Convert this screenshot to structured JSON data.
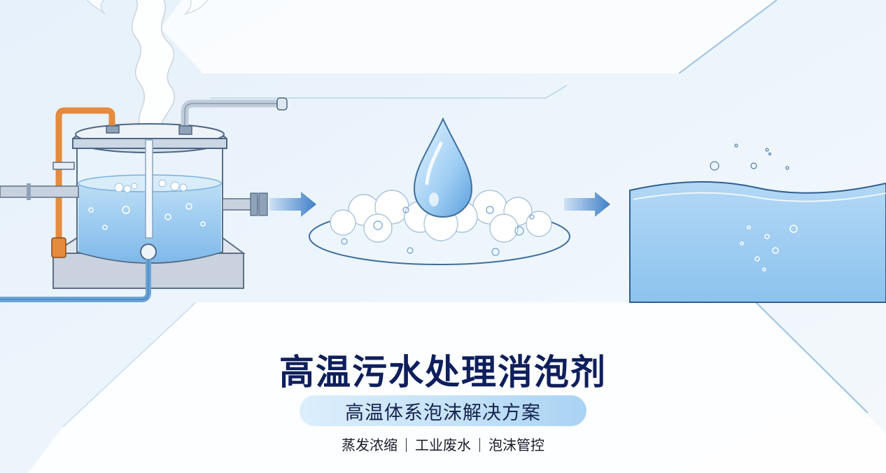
{
  "headline": {
    "title": "高温污水处理消泡剂",
    "subtitle": "高温体系泡沫解决方案",
    "tags": [
      "蒸发浓缩",
      "工业废水",
      "泡沫管控"
    ]
  },
  "colors": {
    "title": "#0f1f5c",
    "water": "#9fcbf0",
    "pipe_orange": "#e48b3e",
    "arrow": "#3f7fc6"
  },
  "icons": [
    "steam-icon",
    "tank-icon",
    "arrow-right-icon",
    "water-drop-icon",
    "foam-icon",
    "clear-water-icon"
  ]
}
